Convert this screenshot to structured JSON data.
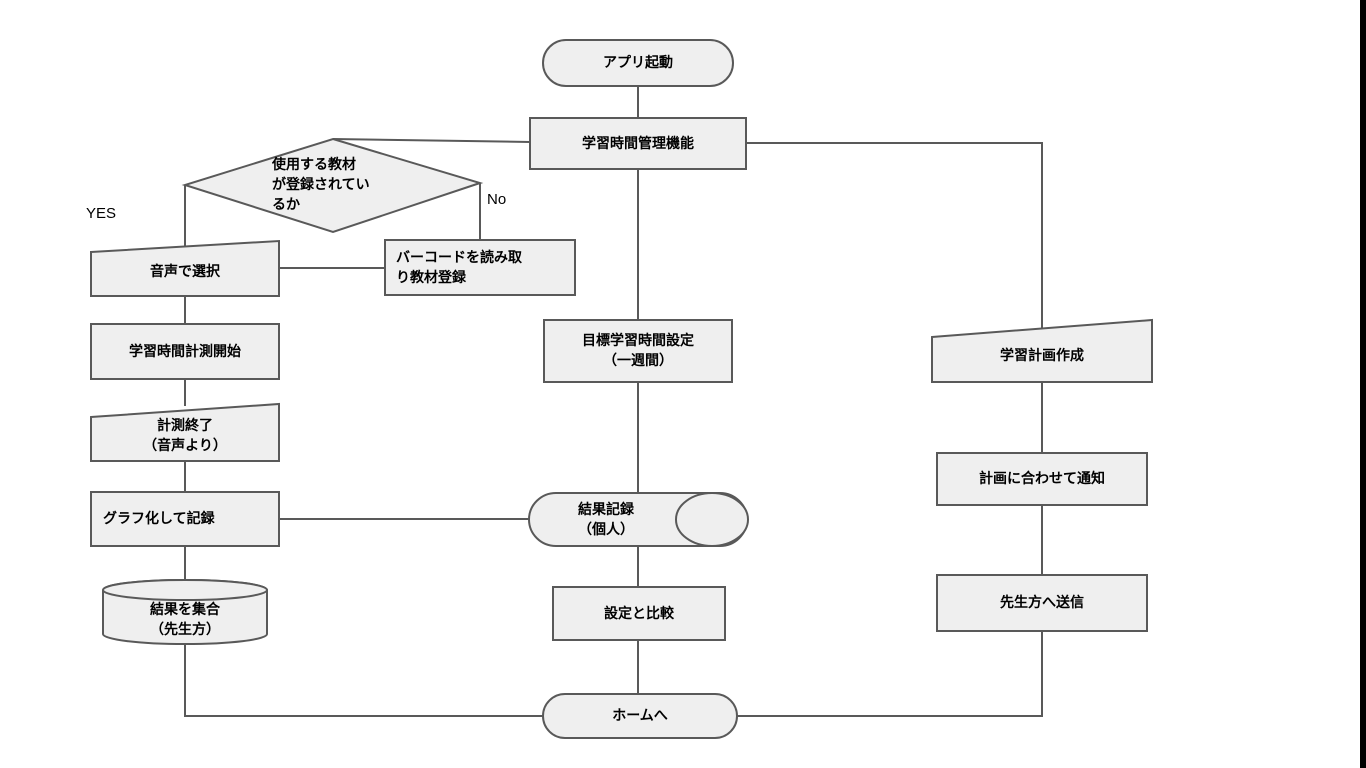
{
  "nodes": {
    "app_start": "アプリ起動",
    "study_time_mgmt": "学習時間管理機能",
    "decision_material": "使用する教材\nが登録されてい\nるか",
    "barcode_register": "バーコードを読み取\nり教材登録",
    "voice_select": "音声で選択",
    "measure_start": "学習時間計測開始",
    "measure_end": "計測終了\n（音声より）",
    "graph_record": "グラフ化して記録",
    "aggregate_results": "結果を集合\n（先生方）",
    "goal_setting": "目標学習時間設定\n（一週間）",
    "result_record": "結果記録\n（個人）",
    "compare_setting": "設定と比較",
    "plan_create": "学習計画作成",
    "plan_notify": "計画に合わせて通知",
    "send_teachers": "先生方へ送信",
    "home": "ホームへ"
  },
  "branch_labels": {
    "yes": "YES",
    "no": "No"
  },
  "colors": {
    "fill": "#efefef",
    "stroke": "#595959"
  }
}
